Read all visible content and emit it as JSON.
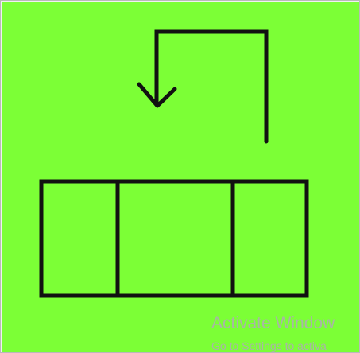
{
  "colors": {
    "canvas_background": "#7cff36",
    "stroke": "#111111",
    "watermark_text": "#a9b5a6"
  },
  "diagram": {
    "shapes": [
      "bent-arrow",
      "three-cell-rectangle"
    ]
  },
  "watermark": {
    "title": "Activate Window",
    "subtitle": "Go to Settings to activa"
  }
}
